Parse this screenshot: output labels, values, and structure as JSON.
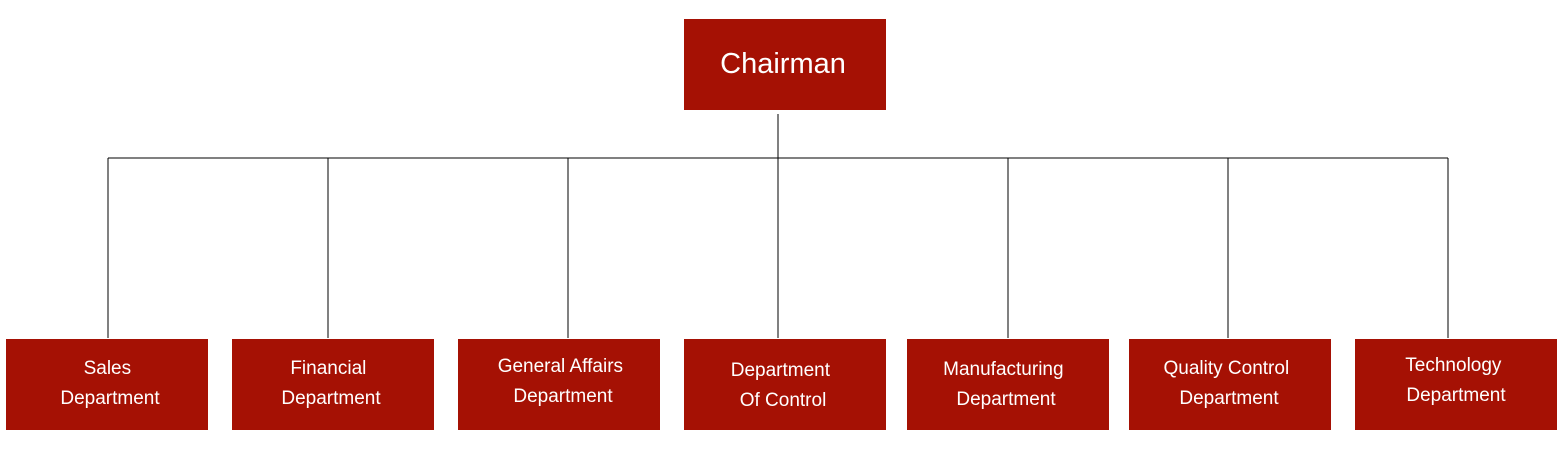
{
  "root": {
    "lines": [
      "Chairman"
    ]
  },
  "departments": [
    {
      "lines": [
        "Sales",
        "Department"
      ]
    },
    {
      "lines": [
        "Financial",
        "Department"
      ]
    },
    {
      "lines": [
        "General Affairs",
        "Department"
      ]
    },
    {
      "lines": [
        "Department",
        "Of Control"
      ]
    },
    {
      "lines": [
        "Manufacturing",
        "Department"
      ]
    },
    {
      "lines": [
        "Quality Control",
        "Department"
      ]
    },
    {
      "lines": [
        "Technology",
        "Department"
      ]
    }
  ],
  "colors": {
    "box": "#a51104",
    "text": "#ffffff",
    "connector": "#000000"
  }
}
